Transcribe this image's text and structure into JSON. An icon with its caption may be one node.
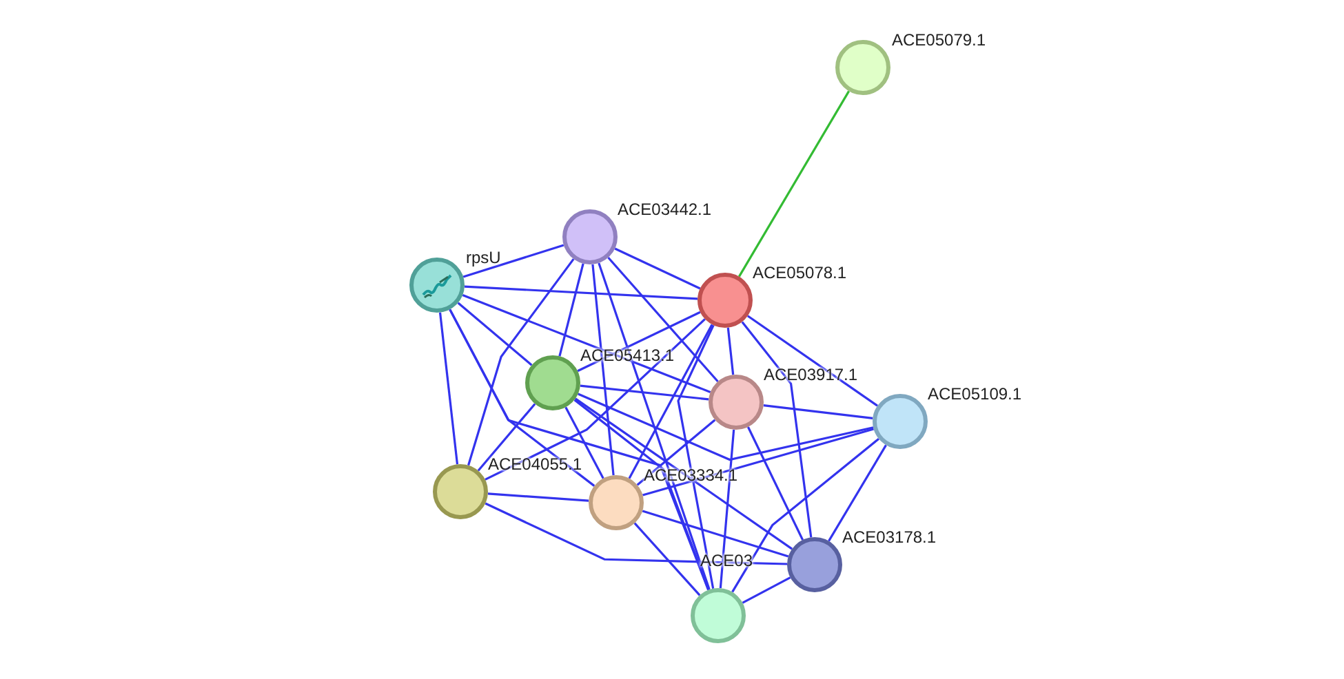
{
  "diagram": {
    "nodes": [
      {
        "text": [
          "ACE05079.1"
        ]
      },
      {
        "text": [
          "ACE03442.1"
        ]
      },
      {
        "text": [
          "rpsU"
        ]
      },
      {
        "text": [
          "ACE05078.1"
        ]
      },
      {
        "text": [
          "ACE05413.1"
        ]
      },
      {
        "text": [
          "ACE03917.1"
        ]
      },
      {
        "text": [
          "ACE05109.1"
        ]
      },
      {
        "text": [
          "ACE04055.1"
        ]
      },
      {
        "text": [
          "ACE03334.1"
        ]
      },
      {
        "text": [
          "ACE03178.1"
        ]
      },
      {
        "text": [
          "ACE03"
        ]
      }
    ],
    "edges": [
      {
        "from": 0,
        "to": 3,
        "arrow": "none",
        "color": "#33bb33"
      },
      {
        "from": 1,
        "to": 2,
        "arrow": "none"
      },
      {
        "from": 1,
        "to": 3,
        "arrow": "none"
      },
      {
        "from": 1,
        "to": 4,
        "arrow": "none"
      },
      {
        "from": 1,
        "to": 5,
        "arrow": "none"
      },
      {
        "from": 1,
        "to": 7,
        "arrow": "none"
      },
      {
        "from": 1,
        "to": 8,
        "arrow": "none"
      },
      {
        "from": 1,
        "to": 10,
        "arrow": "none"
      },
      {
        "from": 2,
        "to": 3,
        "arrow": "none"
      },
      {
        "from": 2,
        "to": 4,
        "arrow": "none"
      },
      {
        "from": 2,
        "to": 5,
        "arrow": "none"
      },
      {
        "from": 2,
        "to": 7,
        "arrow": "none"
      },
      {
        "from": 2,
        "to": 8,
        "arrow": "none"
      },
      {
        "from": 2,
        "to": 10,
        "arrow": "none"
      },
      {
        "from": 3,
        "to": 4,
        "arrow": "none"
      },
      {
        "from": 3,
        "to": 5,
        "arrow": "none"
      },
      {
        "from": 3,
        "to": 6,
        "arrow": "none"
      },
      {
        "from": 3,
        "to": 7,
        "arrow": "none"
      },
      {
        "from": 3,
        "to": 8,
        "arrow": "none"
      },
      {
        "from": 3,
        "to": 9,
        "arrow": "none"
      },
      {
        "from": 3,
        "to": 10,
        "arrow": "none"
      },
      {
        "from": 4,
        "to": 5,
        "arrow": "none"
      },
      {
        "from": 4,
        "to": 6,
        "arrow": "none"
      },
      {
        "from": 4,
        "to": 7,
        "arrow": "none"
      },
      {
        "from": 4,
        "to": 8,
        "arrow": "none"
      },
      {
        "from": 4,
        "to": 9,
        "arrow": "none"
      },
      {
        "from": 4,
        "to": 10,
        "arrow": "none"
      },
      {
        "from": 5,
        "to": 6,
        "arrow": "none"
      },
      {
        "from": 5,
        "to": 8,
        "arrow": "none"
      },
      {
        "from": 5,
        "to": 9,
        "arrow": "none"
      },
      {
        "from": 5,
        "to": 10,
        "arrow": "none"
      },
      {
        "from": 6,
        "to": 8,
        "arrow": "none"
      },
      {
        "from": 6,
        "to": 9,
        "arrow": "none"
      },
      {
        "from": 6,
        "to": 10,
        "arrow": "none"
      },
      {
        "from": 7,
        "to": 8,
        "arrow": "none"
      },
      {
        "from": 7,
        "to": 9,
        "arrow": "none"
      },
      {
        "from": 8,
        "to": 9,
        "arrow": "none"
      },
      {
        "from": 8,
        "to": 10,
        "arrow": "none"
      },
      {
        "from": 9,
        "to": 10,
        "arrow": "none"
      }
    ]
  }
}
